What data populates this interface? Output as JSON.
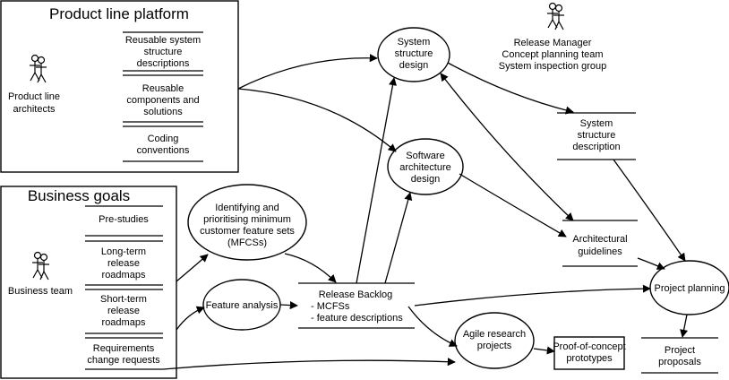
{
  "product_line_platform": {
    "title": "Product line platform",
    "actor": "Product line architects",
    "stores": [
      "Reusable system structure descriptions",
      "Reusable components and solutions",
      "Coding conventions"
    ]
  },
  "business_goals": {
    "title": "Business goals",
    "actor": "Business team",
    "stores": [
      "Pre-studies",
      "Long-term release roadmaps",
      "Short-term release roadmaps",
      "Requirements change requests"
    ]
  },
  "release_manager": {
    "roles": [
      "Release Manager",
      "Concept planning team",
      "System inspection group"
    ]
  },
  "processes": {
    "system_structure_design": "System structure design",
    "software_architecture_design": "Software architecture design",
    "identifying_mfcs": "Identifying and prioritising minimum customer feature sets (MFCSs)",
    "feature_analysis": "Feature analysis",
    "agile_research_projects": "Agile research projects",
    "project_planning": "Project planning"
  },
  "stores": {
    "system_structure_description": "System structure description",
    "architectural_guidelines": "Architectural guidelines",
    "release_backlog_title": "Release Backlog",
    "release_backlog_items": [
      "- MCFSs",
      "- feature descriptions"
    ],
    "project_proposals": "Project proposals"
  },
  "artifacts": {
    "proof_of_concept": "Proof-of-concept prototypes"
  }
}
